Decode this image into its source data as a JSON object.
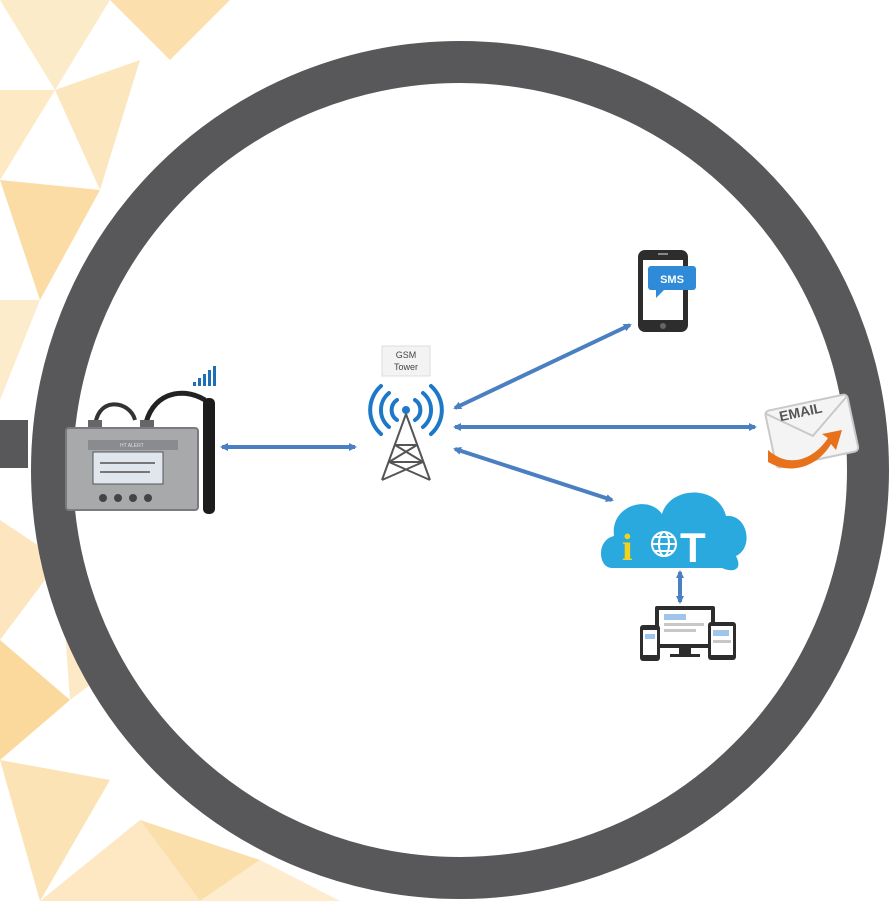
{
  "diagram": {
    "tower_label_line1": "GSM",
    "tower_label_line2": "Tower",
    "sms_label": "SMS",
    "email_label": "EMAIL",
    "iot_letters": [
      "i",
      "T"
    ],
    "device_brand": "HT ALERT",
    "nodes": [
      {
        "id": "sensor",
        "icon": "data-logger-with-probe-icon"
      },
      {
        "id": "gsm-tower",
        "icon": "cell-tower-icon"
      },
      {
        "id": "sms",
        "icon": "smartphone-sms-icon"
      },
      {
        "id": "email",
        "icon": "email-envelope-icon"
      },
      {
        "id": "iot-cloud",
        "icon": "iot-cloud-icon"
      },
      {
        "id": "devices",
        "icon": "multi-device-icon"
      }
    ],
    "edges": [
      {
        "from": "sensor",
        "to": "gsm-tower",
        "style": "double-arrow"
      },
      {
        "from": "gsm-tower",
        "to": "sms",
        "style": "double-arrow"
      },
      {
        "from": "gsm-tower",
        "to": "email",
        "style": "double-arrow"
      },
      {
        "from": "gsm-tower",
        "to": "iot-cloud",
        "style": "double-arrow"
      },
      {
        "from": "iot-cloud",
        "to": "devices",
        "style": "double-arrow"
      }
    ]
  },
  "colors": {
    "ring": "#58585a",
    "arrow": "#4a7fc1",
    "pattern_1": "#fbe3b6",
    "pattern_2": "#fdf0d6",
    "cloud": "#2aa9df",
    "iot_i": "#f2d21b",
    "email_arrow": "#e8711c"
  }
}
